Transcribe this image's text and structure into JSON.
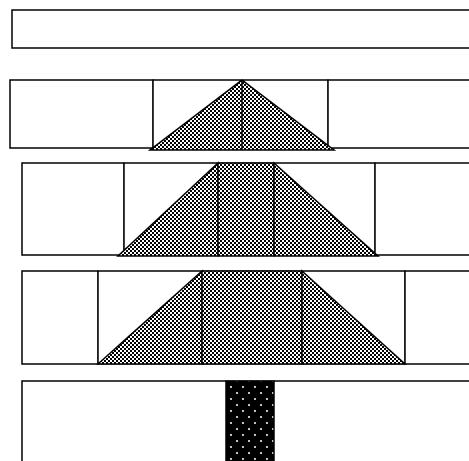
{
  "diagram": {
    "rows": [
      {
        "id": "row-1",
        "kind": "plain-strip"
      },
      {
        "id": "row-2",
        "kind": "single-triangle",
        "pieces": [
          "half-square-triangle-left",
          "half-square-triangle-right"
        ]
      },
      {
        "id": "row-3",
        "kind": "triangle-with-center-column",
        "pieces": [
          "left-triangle",
          "center-square",
          "right-triangle"
        ]
      },
      {
        "id": "row-4",
        "kind": "wide-triangle-with-center-block",
        "pieces": [
          "left-triangle",
          "center-block",
          "right-triangle"
        ]
      },
      {
        "id": "row-5",
        "kind": "trunk-row",
        "pieces": [
          "trunk"
        ]
      }
    ],
    "fills": {
      "tree": "checkerboard",
      "trunk": "dotted-black"
    },
    "colors": {
      "outline": "#000000",
      "background": "#ffffff",
      "checker_dark": "#000000",
      "checker_light": "#ffffff",
      "trunk_dark": "#000000",
      "trunk_dot": "#ffffff"
    }
  }
}
